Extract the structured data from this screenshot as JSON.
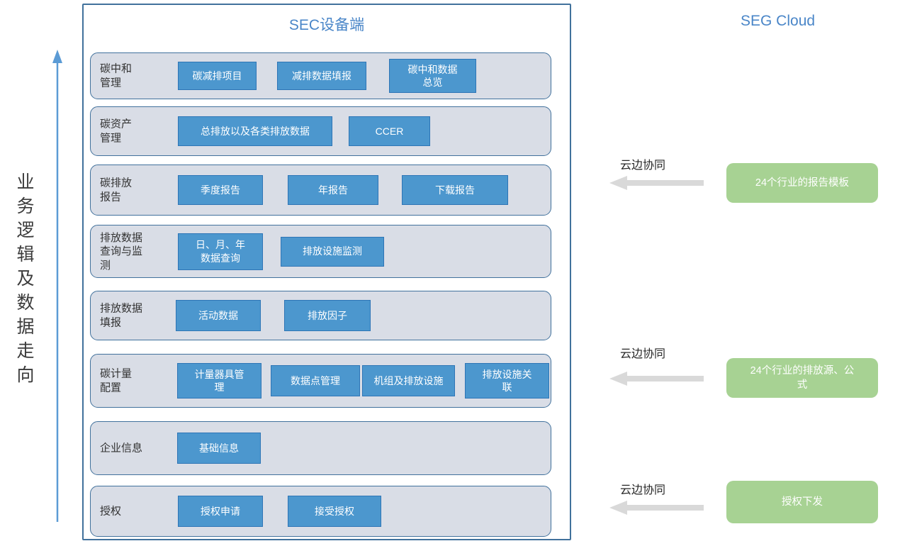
{
  "left_flow": {
    "label": "业务逻辑及数据走向"
  },
  "device_panel": {
    "title": "SEC设备端",
    "rows": [
      {
        "label": "碳中和\n管理",
        "buttons": [
          "碳减排项目",
          "减排数据填报",
          "碳中和数据\n总览"
        ]
      },
      {
        "label": "碳资产\n管理",
        "buttons": [
          "总排放以及各类排放数据",
          "CCER"
        ]
      },
      {
        "label": "碳排放\n报告",
        "buttons": [
          "季度报告",
          "年报告",
          "下载报告"
        ]
      },
      {
        "label": "排放数据\n查询与监\n测",
        "buttons": [
          "日、月、年\n数据查询",
          "排放设施监测"
        ]
      },
      {
        "label": "排放数据\n填报",
        "buttons": [
          "活动数据",
          "排放因子"
        ]
      },
      {
        "label": "碳计量\n配置",
        "buttons": [
          "计量器具管\n理",
          "数据点管理",
          "机组及排放设施",
          "排放设施关\n联"
        ]
      },
      {
        "label": "企业信息",
        "buttons": [
          "基础信息"
        ]
      },
      {
        "label": "授权",
        "buttons": [
          "授权申请",
          "接受授权"
        ]
      }
    ]
  },
  "cloud_panel": {
    "title": "SEG Cloud",
    "syncs": [
      {
        "label": "云边协同",
        "box": "24个行业的报告模板"
      },
      {
        "label": "云边协同",
        "box": "24个行业的排放源、公\n式"
      },
      {
        "label": "云边协同",
        "box": "授权下发"
      }
    ]
  },
  "colors": {
    "title_blue": "#4a86c8",
    "panel_border_blue": "#41719c",
    "row_background": "#d9dde6",
    "button_blue": "#4c97ce",
    "button_border_blue": "#2e75b6",
    "cloud_green": "#a7d293",
    "sync_arrow_gray": "#d9d9d9",
    "flow_arrow_blue": "#5b9bd5"
  }
}
